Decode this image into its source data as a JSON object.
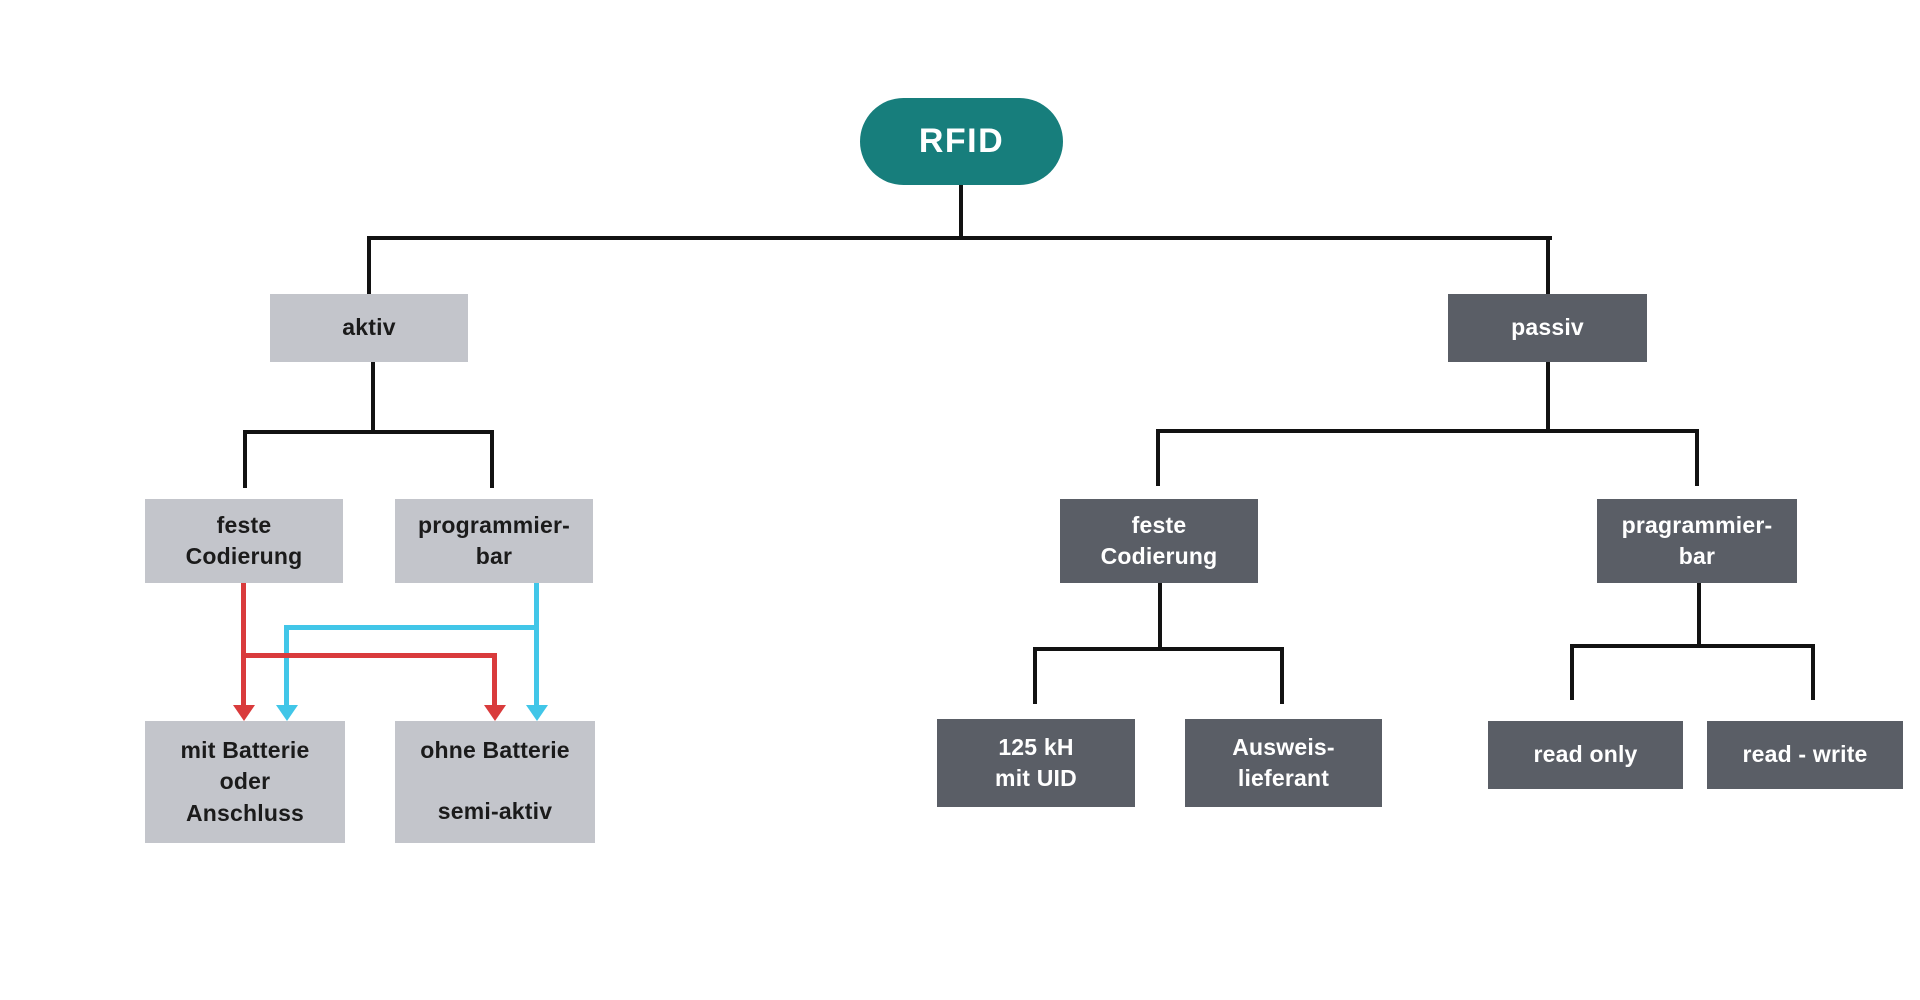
{
  "diagram": {
    "root": {
      "label": "RFID"
    },
    "colors": {
      "root_bg": "#177e7c",
      "light_box": "#c3c5cb",
      "dark_box": "#5a5e66",
      "line": "#121212",
      "red_arrow": "#d93b3c",
      "cyan_arrow": "#41c6e8"
    },
    "nodes": {
      "aktiv": {
        "label": "aktiv"
      },
      "passiv": {
        "label": "passiv"
      },
      "aktiv_feste": {
        "lines": [
          "feste",
          "Codierung"
        ]
      },
      "aktiv_programmierbar": {
        "lines": [
          "programmier-",
          "bar"
        ]
      },
      "mit_batterie": {
        "lines": [
          "mit Batterie",
          "oder",
          "Anschluss"
        ]
      },
      "ohne_batterie": {
        "lines": [
          "ohne Batterie",
          "semi-aktiv"
        ]
      },
      "passiv_feste": {
        "lines": [
          "feste",
          "Codierung"
        ]
      },
      "passiv_programmierbar": {
        "lines": [
          "pragrammier-",
          "bar"
        ]
      },
      "khz_uid": {
        "lines": [
          "125 kH",
          "mit UID"
        ]
      },
      "ausweis": {
        "lines": [
          "Ausweis-",
          "lieferant"
        ]
      },
      "read_only": {
        "label": "read only"
      },
      "read_write": {
        "label": "read - write"
      }
    }
  }
}
